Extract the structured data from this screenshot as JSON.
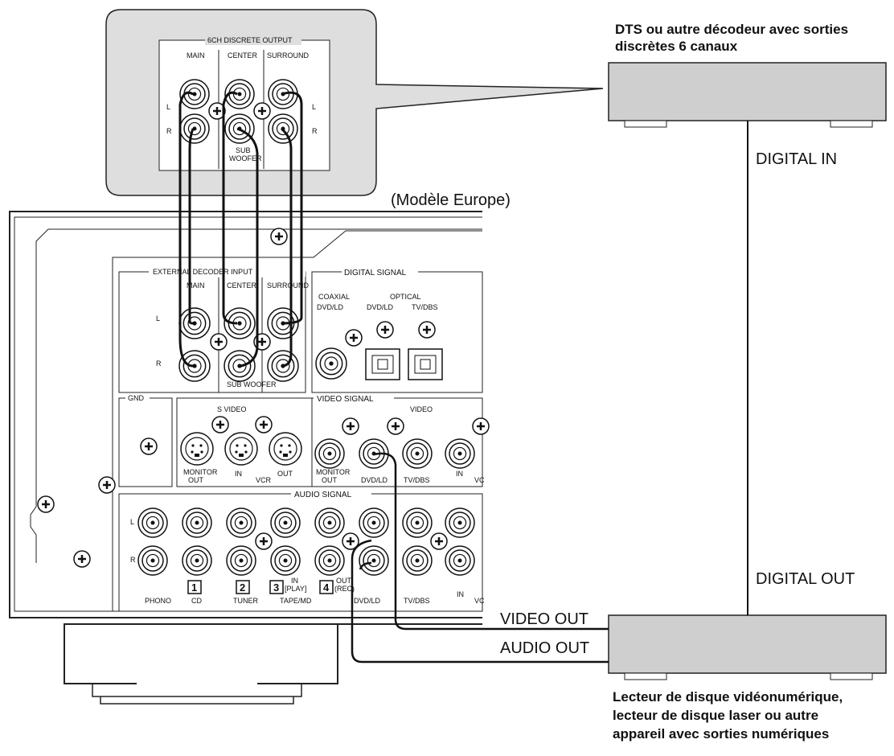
{
  "labels": {
    "decoder_caption_1": "DTS ou autre décodeur avec sorties",
    "decoder_caption_2": "discrètes 6 canaux",
    "model_note": "(Modèle Europe)",
    "digital_in": "DIGITAL IN",
    "digital_out": "DIGITAL OUT",
    "video_out": "VIDEO OUT",
    "audio_out": "AUDIO OUT",
    "player_caption_1": "Lecteur de disque vidéonumérique,",
    "player_caption_2": "lecteur de disque laser ou autre",
    "player_caption_3": "appareil avec sorties numériques"
  },
  "callout": {
    "title": "6CH DISCRETE OUTPUT",
    "main": "MAIN",
    "center": "CENTER",
    "surround": "SURROUND",
    "sub1": "SUB",
    "sub2": "WOOFER",
    "l": "L",
    "r": "R"
  },
  "panel": {
    "ext_title": "EXTERNAL DECODER INPUT",
    "ext_main": "MAIN",
    "ext_center": "CENTER",
    "ext_surround": "SURROUND",
    "ext_sub": "SUB WOOFER",
    "l": "L",
    "r": "R",
    "digital_signal": "DIGITAL SIGNAL",
    "coaxial": "COAXIAL",
    "coax_dvd": "DVD/LD",
    "optical": "OPTICAL",
    "opt_dvd": "DVD/LD",
    "opt_tv": "TV/DBS",
    "gnd": "GND",
    "video_signal": "VIDEO SIGNAL",
    "s_video": "S VIDEO",
    "video": "VIDEO",
    "monitor_out": "MONITOR",
    "out": "OUT",
    "in": "IN",
    "vcr": "VCR",
    "dvd_ld": "DVD/LD",
    "tv_dbs": "TV/DBS",
    "vc": "VC",
    "audio_signal": "AUDIO SIGNAL",
    "phono": "PHONO",
    "cd": "CD",
    "tuner": "TUNER",
    "tape_md": "TAPE/MD",
    "play": "[PLAY]",
    "rec": "(REC)",
    "n1": "1",
    "n2": "2",
    "n3": "3",
    "n4": "4"
  }
}
